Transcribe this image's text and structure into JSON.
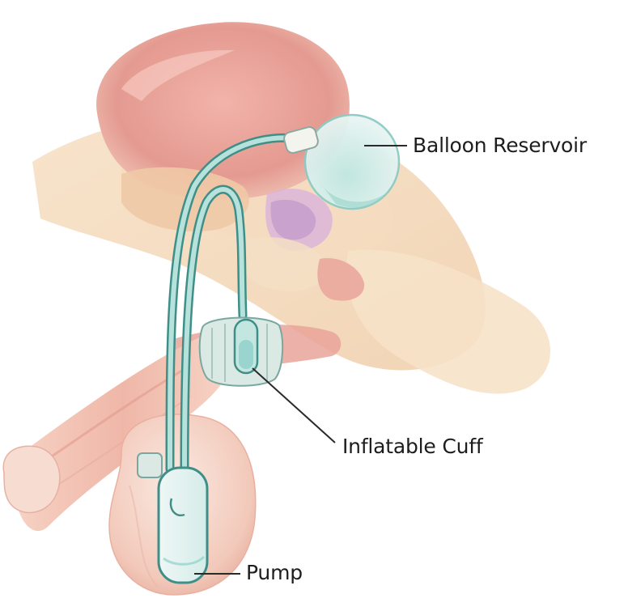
{
  "labels": {
    "reservoir": "Balloon Reservoir",
    "cuff": "Inflatable Cuff",
    "pump": "Pump"
  },
  "colors": {
    "bladder": "#e8a49a",
    "tissue": "#f4d9b8",
    "skin": "#f3c6b8",
    "device_fluid": "#a9dcd6",
    "device_outline": "#3f8f88",
    "leader_line": "#2a2a2a"
  }
}
